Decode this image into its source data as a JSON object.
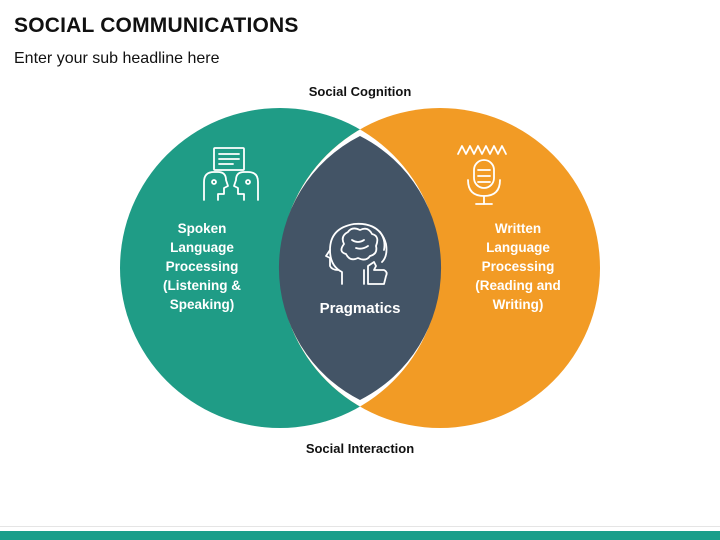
{
  "header": {
    "title": "SOCIAL COMMUNICATIONS",
    "subtitle": "Enter your sub headline here"
  },
  "diagram": {
    "top_label": "Social Cognition",
    "bottom_label": "Social Interaction",
    "left_circle": {
      "lines": [
        "Spoken",
        "Language",
        "Processing",
        "(Listening &",
        "Speaking)"
      ],
      "icon": "two-faces-conversation-icon",
      "color": "#1f9c86"
    },
    "right_circle": {
      "lines": [
        "Written",
        "Language",
        "Processing",
        "(Reading and",
        "Writing)"
      ],
      "icon": "microphone-soundwave-icon",
      "color": "#f29b25"
    },
    "center": {
      "label": "Pragmatics",
      "icon": "brain-head-thumbs-up-icon",
      "color": "#435466"
    }
  },
  "footer": {
    "bar_color": "#1a9e8a"
  }
}
